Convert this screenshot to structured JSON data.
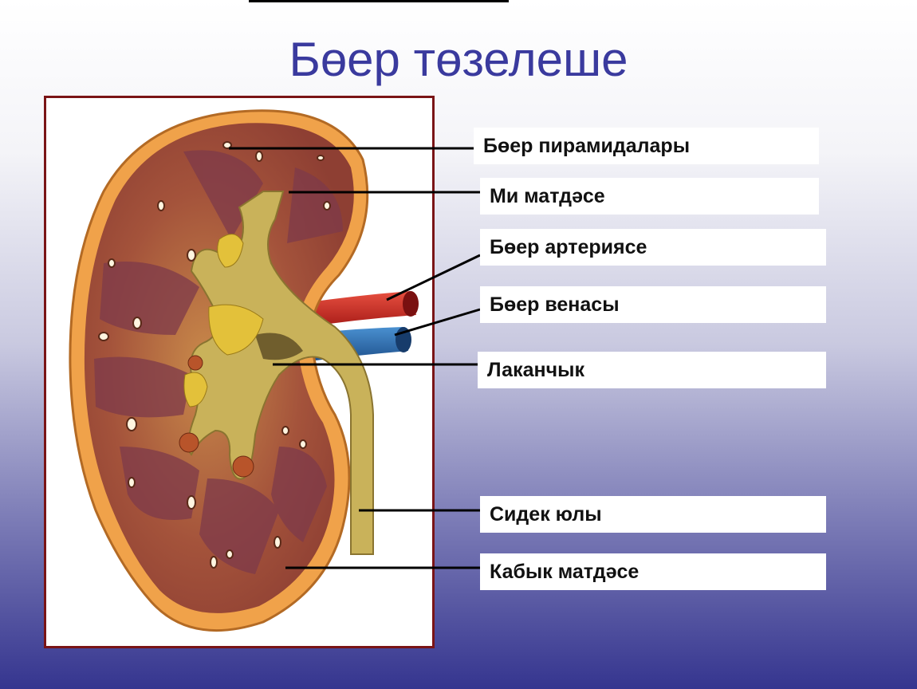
{
  "title": "Бөер төзелеше",
  "labels": {
    "pyramids": "Бөер пирамидалары",
    "medulla": "Ми матдәсе",
    "artery": "Бөер артериясе",
    "vein": "Бөер венасы",
    "pelvis": "Лаканчык",
    "ureter": "Сидек юлы",
    "cortex": "Кабык матдәсе"
  },
  "colors": {
    "title": "#3a3a9e",
    "frame_border": "#7a1416",
    "capsule": "#f0a24a",
    "cortex": "#a4533b",
    "pelvis": "#c9b25a",
    "artery": "#d0302a",
    "vein": "#2f73b8"
  }
}
